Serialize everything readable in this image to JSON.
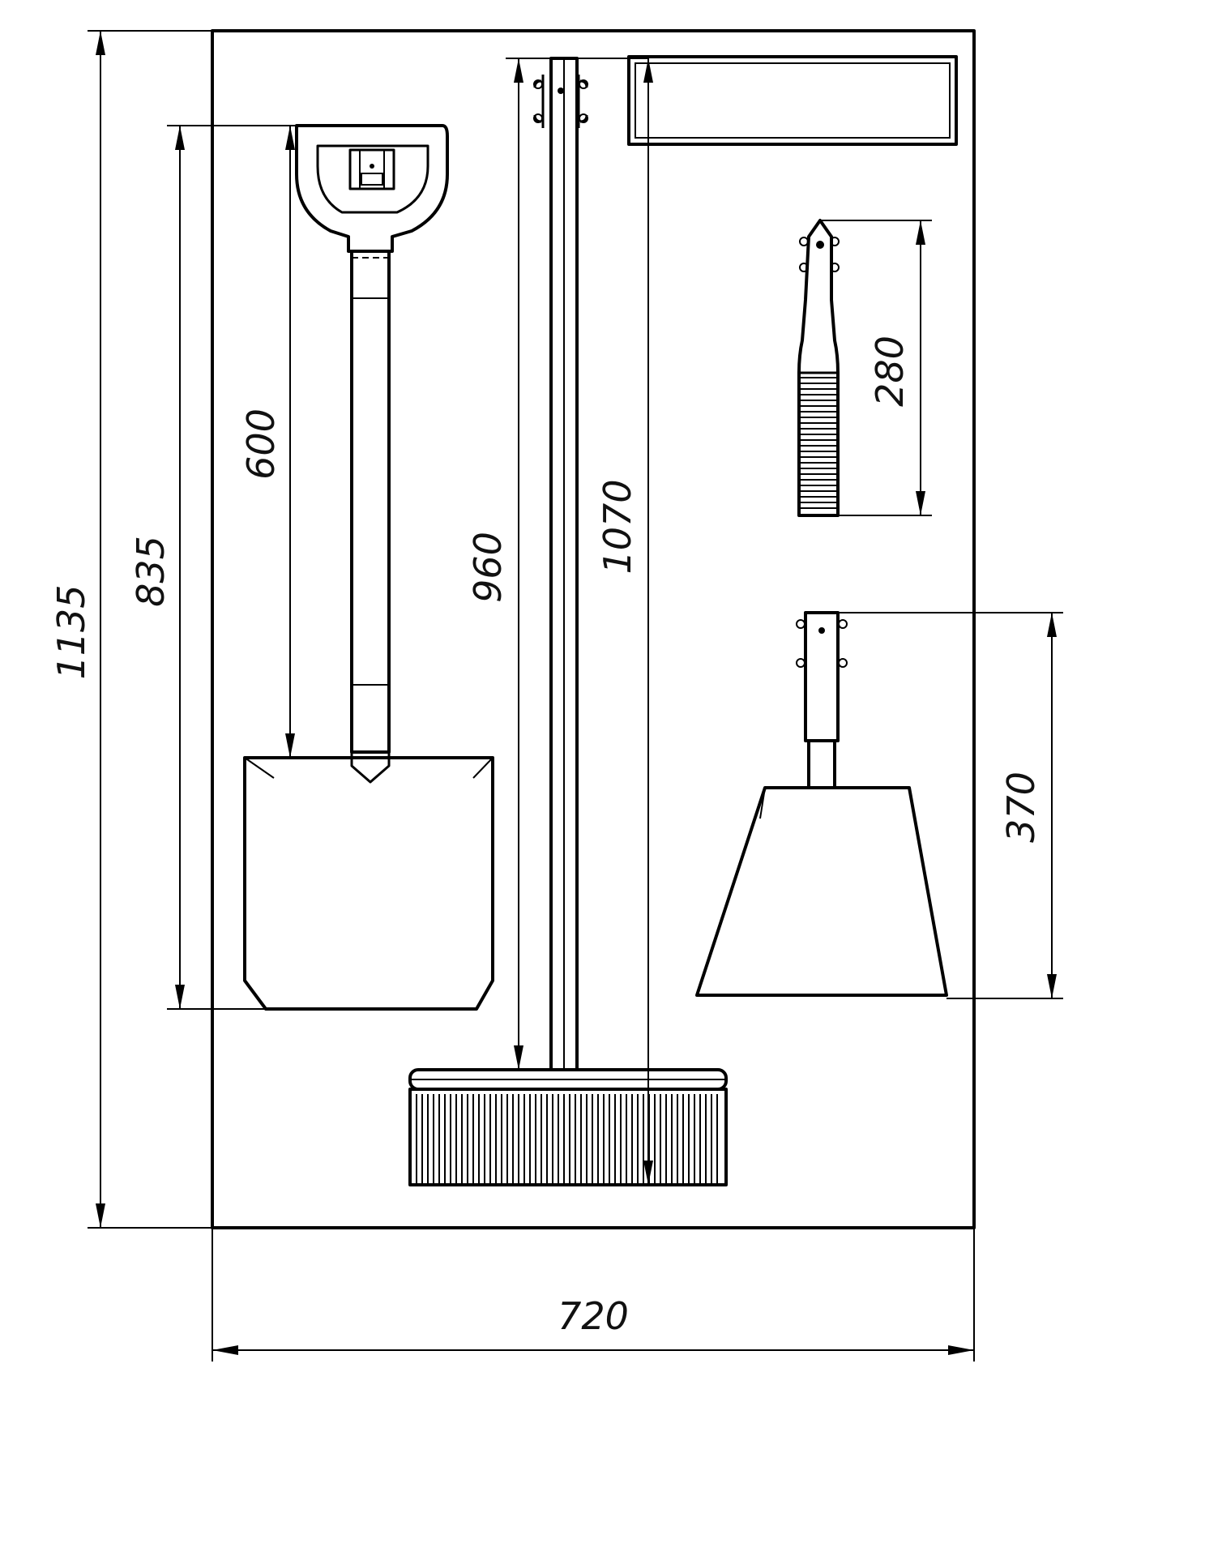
{
  "sign": {
    "line1": "",
    "line2": ""
  },
  "dimensions": {
    "overall_height": "1135",
    "overall_width": "720",
    "shovel_total": "835",
    "shovel_handle": "600",
    "broom_handle": "960",
    "broom_total": "1070",
    "brush": "280",
    "dustpan": "370"
  },
  "colors": {
    "line": "#000000",
    "background": "#ffffff"
  }
}
